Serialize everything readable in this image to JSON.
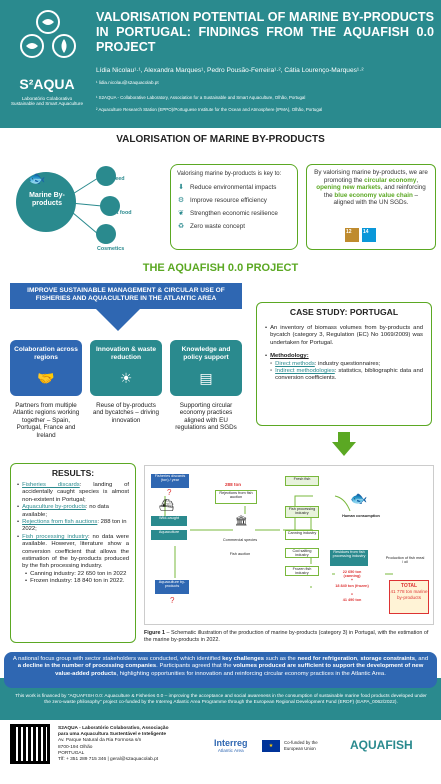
{
  "header": {
    "title": "VALORISATION POTENTIAL OF MARINE BY-PRODUCTS IN PORTUGAL: FINDINGS FROM THE AQUAFISH 0.0 PROJECT",
    "authors": "Lídia Nicolau¹·¹, Alexandra Marques¹, Pedro Pousão-Ferreira¹·², Cátia Lourenço-Marques¹·²",
    "email": "¹ lidia.nicolau@s2aquacolab.pt",
    "aff1": "¹ S2AQUA - Collaborative Laboratory, Association for a Sustainable and Smart Aquaculture, Olhão, Portugal",
    "aff2": "² Aquaculture Research Station (EPPO)/Portuguese Institute for the Ocean and Atmosphere (IPMA), Olhão, Portugal",
    "logo_name": "S²AQUA",
    "logo_sub1": "Laboratório Colaborativo",
    "logo_sub2": "Sustainable and Smart Aquaculture"
  },
  "valorisation": {
    "title": "VALORISATION OF MARINE BY-PRODUCTS",
    "center": "Marine By-products",
    "uses": [
      "Feed",
      "Pet food",
      "Cosmetics"
    ],
    "key_title": "Valorising marine by-products is key to:",
    "benefits": [
      {
        "icon": "arrow-down-icon",
        "text": "Reduce environmental impacts"
      },
      {
        "icon": "gear-icon",
        "text": "Improve resource efficiency"
      },
      {
        "icon": "leaf-icon",
        "text": "Strengthen economic resilience"
      },
      {
        "icon": "recycle-icon",
        "text": "Zero waste concept"
      }
    ],
    "economy_text_1": "By valorising marine by-products, we are promoting the ",
    "economy_bold_1": "circular economy",
    "economy_text_2": ", ",
    "economy_bold_2": "opening new markets",
    "economy_text_3": ", and reinforcing the ",
    "economy_bold_3": "blue economy value chain",
    "economy_text_4": " – aligned with the UN SGDs.",
    "sdg_numbers": [
      "12",
      "14"
    ],
    "sdg_colors": [
      "#bf8b2e",
      "#0a97d9"
    ]
  },
  "project": {
    "title": "THE AQUAFISH 0.0 PROJECT",
    "goal": "IMPROVE SUSTAINABLE MANAGEMENT & CIRCULAR USE OF FISHERIES AND AQUACULTURE IN THE ATLANTIC AREA",
    "columns": [
      {
        "head": "Colaboration across regions",
        "color": "#2f67b2",
        "icon": "handshake-icon",
        "text": "Partners from multiple Atlantic regions working together – Spain, Portugal, France and Ireland"
      },
      {
        "head": "Innovation & waste reduction",
        "color": "#2a8a8e",
        "icon": "lightbulb-icon",
        "text": "Reuse of by-products and bycatches – driving innovation"
      },
      {
        "head": "Knowledge and policy support",
        "color": "#2a8a8e",
        "icon": "document-icon",
        "text": "Supporting circular economy practices aligned with EU regulations and SGDs"
      }
    ]
  },
  "case_study": {
    "title": "CASE STUDY: PORTUGAL",
    "item1": "An inventory of biomass volumes from by-products and bycatch (category 3, Regulation (EC) No 1069/2009) was undertaken for Portugal.",
    "methodology_label": "Methodology:",
    "direct_label": "Direct methods",
    "direct_text": ": industry questionnaires;",
    "indirect_label": "Indirect methodologies",
    "indirect_text": ": statistics, bibliographic data and conversion coefficients."
  },
  "results": {
    "title": "RESULTS:",
    "items": [
      {
        "label": "Fisheries discards",
        "text": ": landing of accidentally caught species is almost non-existent in Portugal;"
      },
      {
        "label": "Aquaculture by-products",
        "text": ": no data available;"
      },
      {
        "label": "Rejections from fish auctions",
        "text": ": 288 ton in 2022;"
      },
      {
        "label": "Fish processing industry",
        "text": ": no data were available. However, literature show a conversion coefficient that allows the estimation of the by-products produced by the fish processing industry."
      }
    ],
    "sub": [
      "Canning industry: 22 650 ton in 2022",
      "Frozen industry: 18 840 ton in 2022."
    ]
  },
  "diagram": {
    "fisheries_discards": "Fisheries discards (ton) / year",
    "qmark1": "?",
    "qmark2": "?",
    "val_288": "288 ton",
    "rejections": "Rejections from fish auction",
    "wild_caught": "Wild-caught",
    "aquaculture": "Aquaculture",
    "commercial": "Commercial species",
    "fish_auction": "Fish auction",
    "aqua_byproducts": "Aquaculture by-products",
    "fresh_fish": "Fresh fish",
    "fish_processing": "Fish processing industry",
    "canning": "Canning industry",
    "cod_salting": "Cod salting industry",
    "frozen_fish": "Frozen fish industry",
    "human": "Human consumption",
    "residues": "Residues from fish processing industry",
    "prod_meal": "Production of fish meal / oil",
    "v1": "22 650 ton (canning)",
    "plus1": "+",
    "v2": "18 840 ton (frozen)",
    "equals": "=",
    "v3": "41 490 ton",
    "total_label": "TOTAL",
    "total_value": "41 778 ton marine by-products",
    "caption_bold": "Figure 1",
    "caption": " – Schematic illustration of the production of marine by-products (category 3) in Portugal, with the estimation of the marine by-products in 2022."
  },
  "focus_group": {
    "t1": "A national focus group with sector stakeholders was conducted, which identified ",
    "b1": "key challenges",
    "t2": " such as the ",
    "b2": "need for refrigeration",
    "t3": ", ",
    "b3": "storage constraints",
    "t4": ", and ",
    "b4": "a decline in the number of processing companies",
    "t5": ". Participants agreed that the ",
    "b5": "volumes produced are sufficient to support the development of new value-added products",
    "t6": ", highlighting opportunities for innovation and reinforcing circular economy practices in the Atlantic Area."
  },
  "footer": {
    "funding": "This work is financed by \"AQUAFISH 0.0: Aquaculture & Fisheries 0.0 – improving the acceptance and social awareness in the consumption of sustainable marine food products developed under the zero-waste philosophy\" project co-funded by the Interreg Atlantic Area Programme through the European Regional Development Fund (ERDF) (EAPA_0062/2022).",
    "org1": "S2AQUA - Laboratório Colaborativo, Associação",
    "org2": "para uma Aquacultura Sustentável e Inteligente",
    "addr1": "Av. Parque Natural da Ria Formosa s/n",
    "addr2": "8700-194 Olhão",
    "addr3": "PORTUGAL",
    "contact": "Tlf: + 351 289 715 346 | geral@s2aquacolab.pt",
    "interreg": "Interreg",
    "interreg_sub": "Atlantic Area",
    "eu": "Co-funded by the European Union",
    "aquafish": "AQUAFISH"
  }
}
